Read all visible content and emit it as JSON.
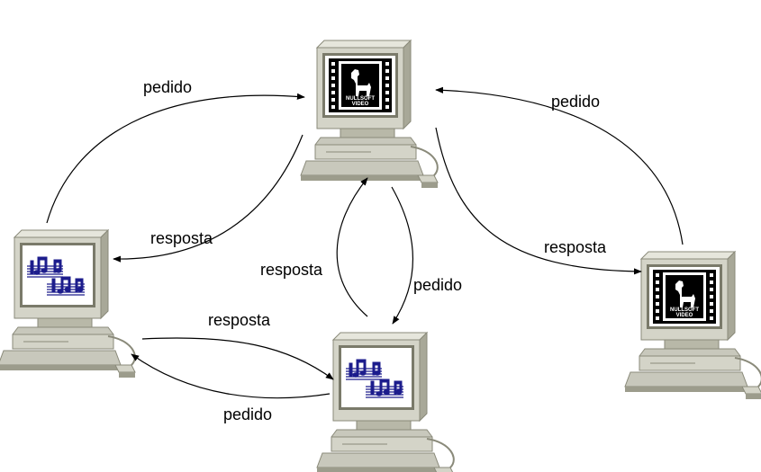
{
  "nodes": [
    {
      "id": "server-top",
      "screen_icon": "nullsoft-video-icon",
      "logo_text": [
        "NULLSOFT",
        "VIDEO"
      ]
    },
    {
      "id": "client-left",
      "screen_icon": "music-score-icon"
    },
    {
      "id": "client-bottom",
      "screen_icon": "music-score-icon"
    },
    {
      "id": "server-right",
      "screen_icon": "nullsoft-video-icon",
      "logo_text": [
        "NULLSOFT",
        "VIDEO"
      ]
    }
  ],
  "edges": [
    {
      "from": "client-left",
      "to": "server-top",
      "label": "pedido"
    },
    {
      "from": "server-top",
      "to": "client-left",
      "label": "resposta"
    },
    {
      "from": "server-right",
      "to": "server-top",
      "label": "pedido"
    },
    {
      "from": "server-top",
      "to": "server-right",
      "label": "resposta"
    },
    {
      "from": "client-bottom",
      "to": "server-top",
      "label": "resposta"
    },
    {
      "from": "server-top",
      "to": "client-bottom",
      "label": "pedido"
    },
    {
      "from": "client-left",
      "to": "client-bottom",
      "label": "resposta"
    },
    {
      "from": "client-bottom",
      "to": "client-left",
      "label": "pedido"
    }
  ],
  "colors": {
    "case_light": "#d8d8cc",
    "case_mid": "#b8b8a8",
    "case_dark": "#8a8a7a",
    "screen_bg": "#ffffff",
    "film": "#000000",
    "score_blue": "#1c1c8c",
    "line": "#000000"
  }
}
